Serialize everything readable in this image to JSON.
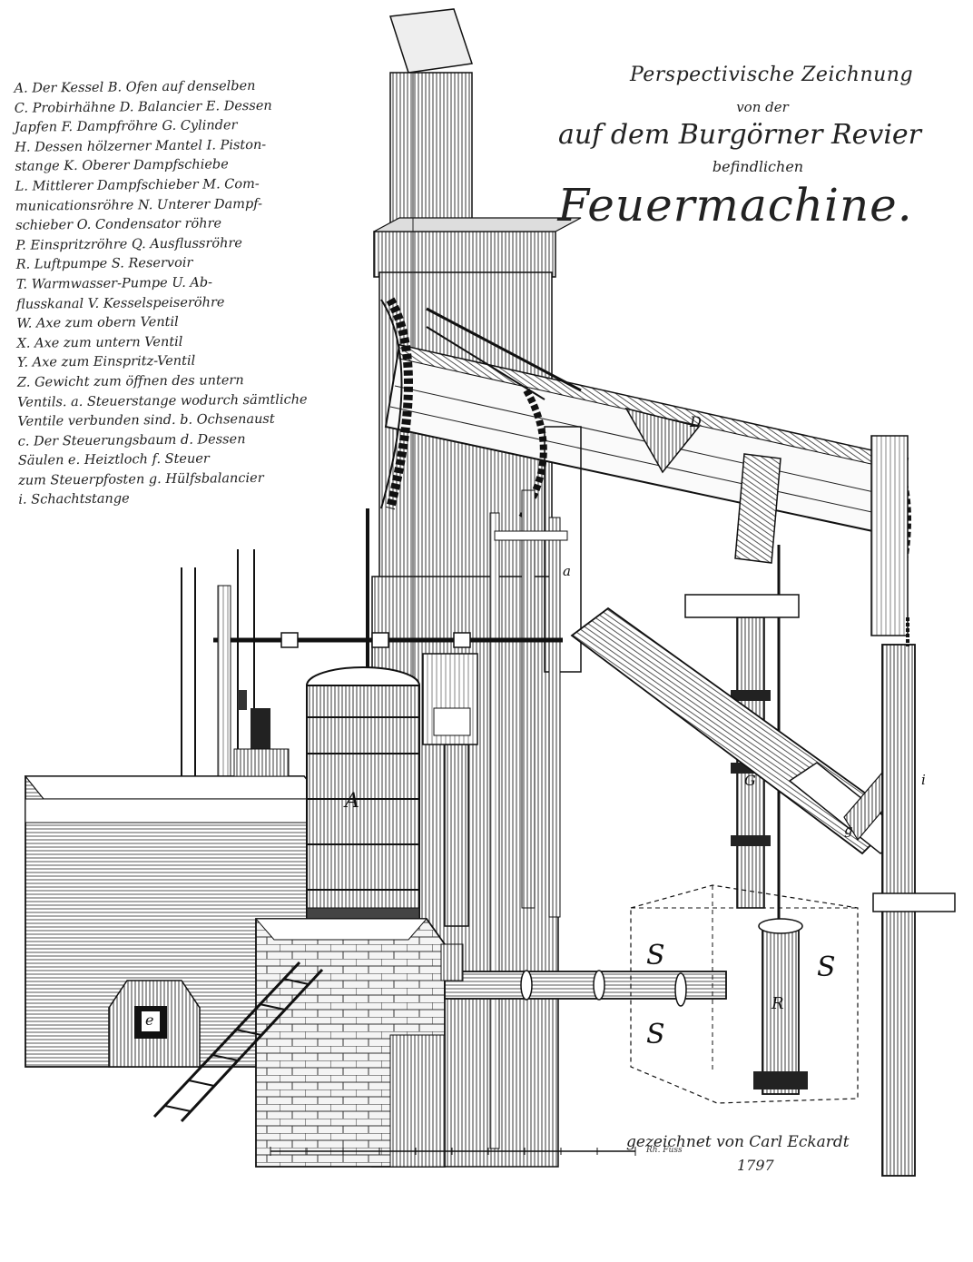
{
  "title": {
    "line1": "Perspectivische Zeichnung",
    "line2": "von der",
    "line3": "auf dem Burgörner Revier",
    "line4": "befindlichen",
    "line5": "Feuermachine."
  },
  "legend": [
    "A. Der Kessel B. Ofen auf denselben",
    "C. Probirhähne D. Balancier E. Dessen",
    "Japfen F. Dampfröhre G. Cylinder",
    "H. Dessen hölzerner Mantel I. Piston-",
    "stange K. Oberer Dampfschiebe",
    "L. Mittlerer Dampfschieber M. Com-",
    "municationsröhre N. Unterer Dampf-",
    "schieber O. Condensator röhre",
    "P. Einspritzröhre Q. Ausflussröhre",
    "R. Luftpumpe S. Reservoir",
    "T. Warmwasser-Pumpe U. Ab-",
    "flusskanal V. Kesselspeiseröhre",
    "W. Axe zum obern Ventil",
    "X. Axe zum untern Ventil",
    "Y. Axe zum Einspritz-Ventil",
    "Z. Gewicht zum öffnen des untern",
    "Ventils. a. Steuerstange wodurch sämtliche",
    "Ventile verbunden sind. b. Ochsenaust",
    "c. Der Steuerungsbaum d. Dessen",
    "Säulen e. Heiztloch f. Steuer",
    "zum Steuerpfosten g. Hülfsbalancier",
    "i. Schachtstange"
  ],
  "plate_labels": {
    "boiler": "A",
    "cylinder": "G",
    "air_pump": "R",
    "beam": "D",
    "reservoir_s1": "S",
    "reservoir_s2": "S",
    "reservoir_s3": "S",
    "furnace": "e",
    "shaft_rod": "i",
    "aux_beam": "g",
    "control_rod": "a"
  },
  "footer": {
    "signature": "gezeichnet von Carl Eckardt",
    "year": "1797",
    "scale_label": "Rh. Fuss"
  },
  "colors": {
    "ink": "#1a1a1a",
    "paper": "#ffffff",
    "hatch": "#555555"
  }
}
